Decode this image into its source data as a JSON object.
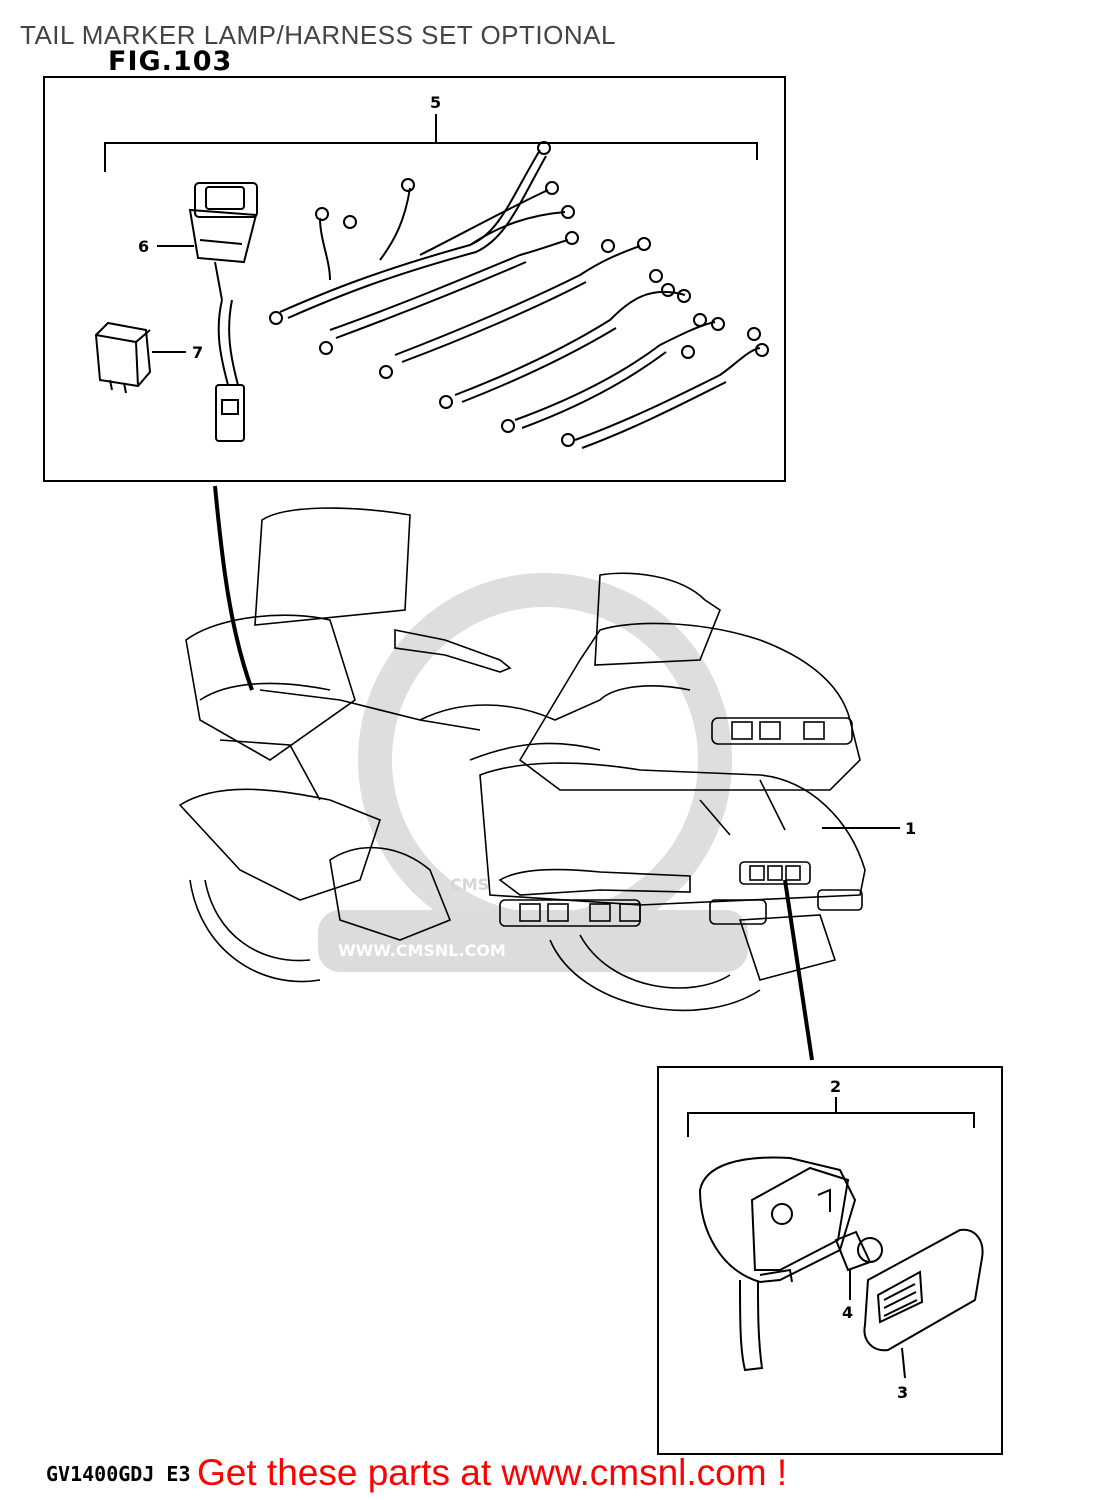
{
  "header": {
    "title": "TAIL MARKER LAMP/HARNESS SET OPTIONAL",
    "figure": "FIG.103"
  },
  "callouts": {
    "c1": "1",
    "c2": "2",
    "c3": "3",
    "c4": "4",
    "c5": "5",
    "c6": "6",
    "c7": "7"
  },
  "watermark": {
    "brand": "CMS",
    "url": "WWW.CMSNL.COM"
  },
  "footer": {
    "model_code": "GV1400GDJ  E3",
    "cta": "Get these parts at www.cmsnl.com !"
  },
  "colors": {
    "line": "#000000",
    "watermark": "#d9d9d9",
    "cta": "#ff0000",
    "title": "#444444"
  }
}
